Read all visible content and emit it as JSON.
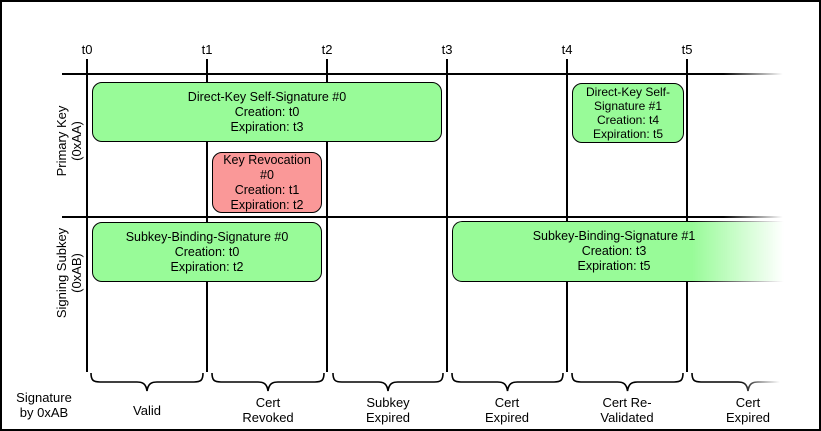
{
  "colors": {
    "box_green": "#98FB98",
    "box_red": "#FA9898",
    "line": "#000000",
    "background": "#FFFFFF"
  },
  "timeline": {
    "ticks": [
      "t0",
      "t1",
      "t2",
      "t3",
      "t4",
      "t5"
    ]
  },
  "rows": [
    {
      "name": "Primary Key",
      "id_label": "(0xAA)"
    },
    {
      "name": "Signing Subkey",
      "id_label": "(0xAB)"
    }
  ],
  "boxes": [
    {
      "title": "Direct-Key Self-Signature #0",
      "creation": "Creation: t0",
      "expiration": "Expiration: t3",
      "status": "green"
    },
    {
      "title": "Key Revocation #0",
      "creation": "Creation: t1",
      "expiration": "Expiration: t2",
      "status": "red"
    },
    {
      "title": "Direct-Key Self-Signature #1",
      "creation": "Creation: t4",
      "expiration": "Expiration: t5",
      "status": "green"
    },
    {
      "title": "Subkey-Binding-Signature #0",
      "creation": "Creation: t0",
      "expiration": "Expiration: t2",
      "status": "green"
    },
    {
      "title": "Subkey-Binding-Signature #1",
      "creation": "Creation: t3",
      "expiration": "Expiration: t5",
      "status": "green"
    }
  ],
  "footer": {
    "axis_label": [
      "Signature",
      "by 0xAB"
    ],
    "phases": [
      {
        "lines": [
          "Valid",
          ""
        ]
      },
      {
        "lines": [
          "Cert",
          "Revoked"
        ]
      },
      {
        "lines": [
          "Subkey",
          "Expired"
        ]
      },
      {
        "lines": [
          "Cert",
          "Expired"
        ]
      },
      {
        "lines": [
          "Cert Re-",
          "Validated"
        ]
      },
      {
        "lines": [
          "Cert",
          "Expired"
        ]
      }
    ]
  }
}
